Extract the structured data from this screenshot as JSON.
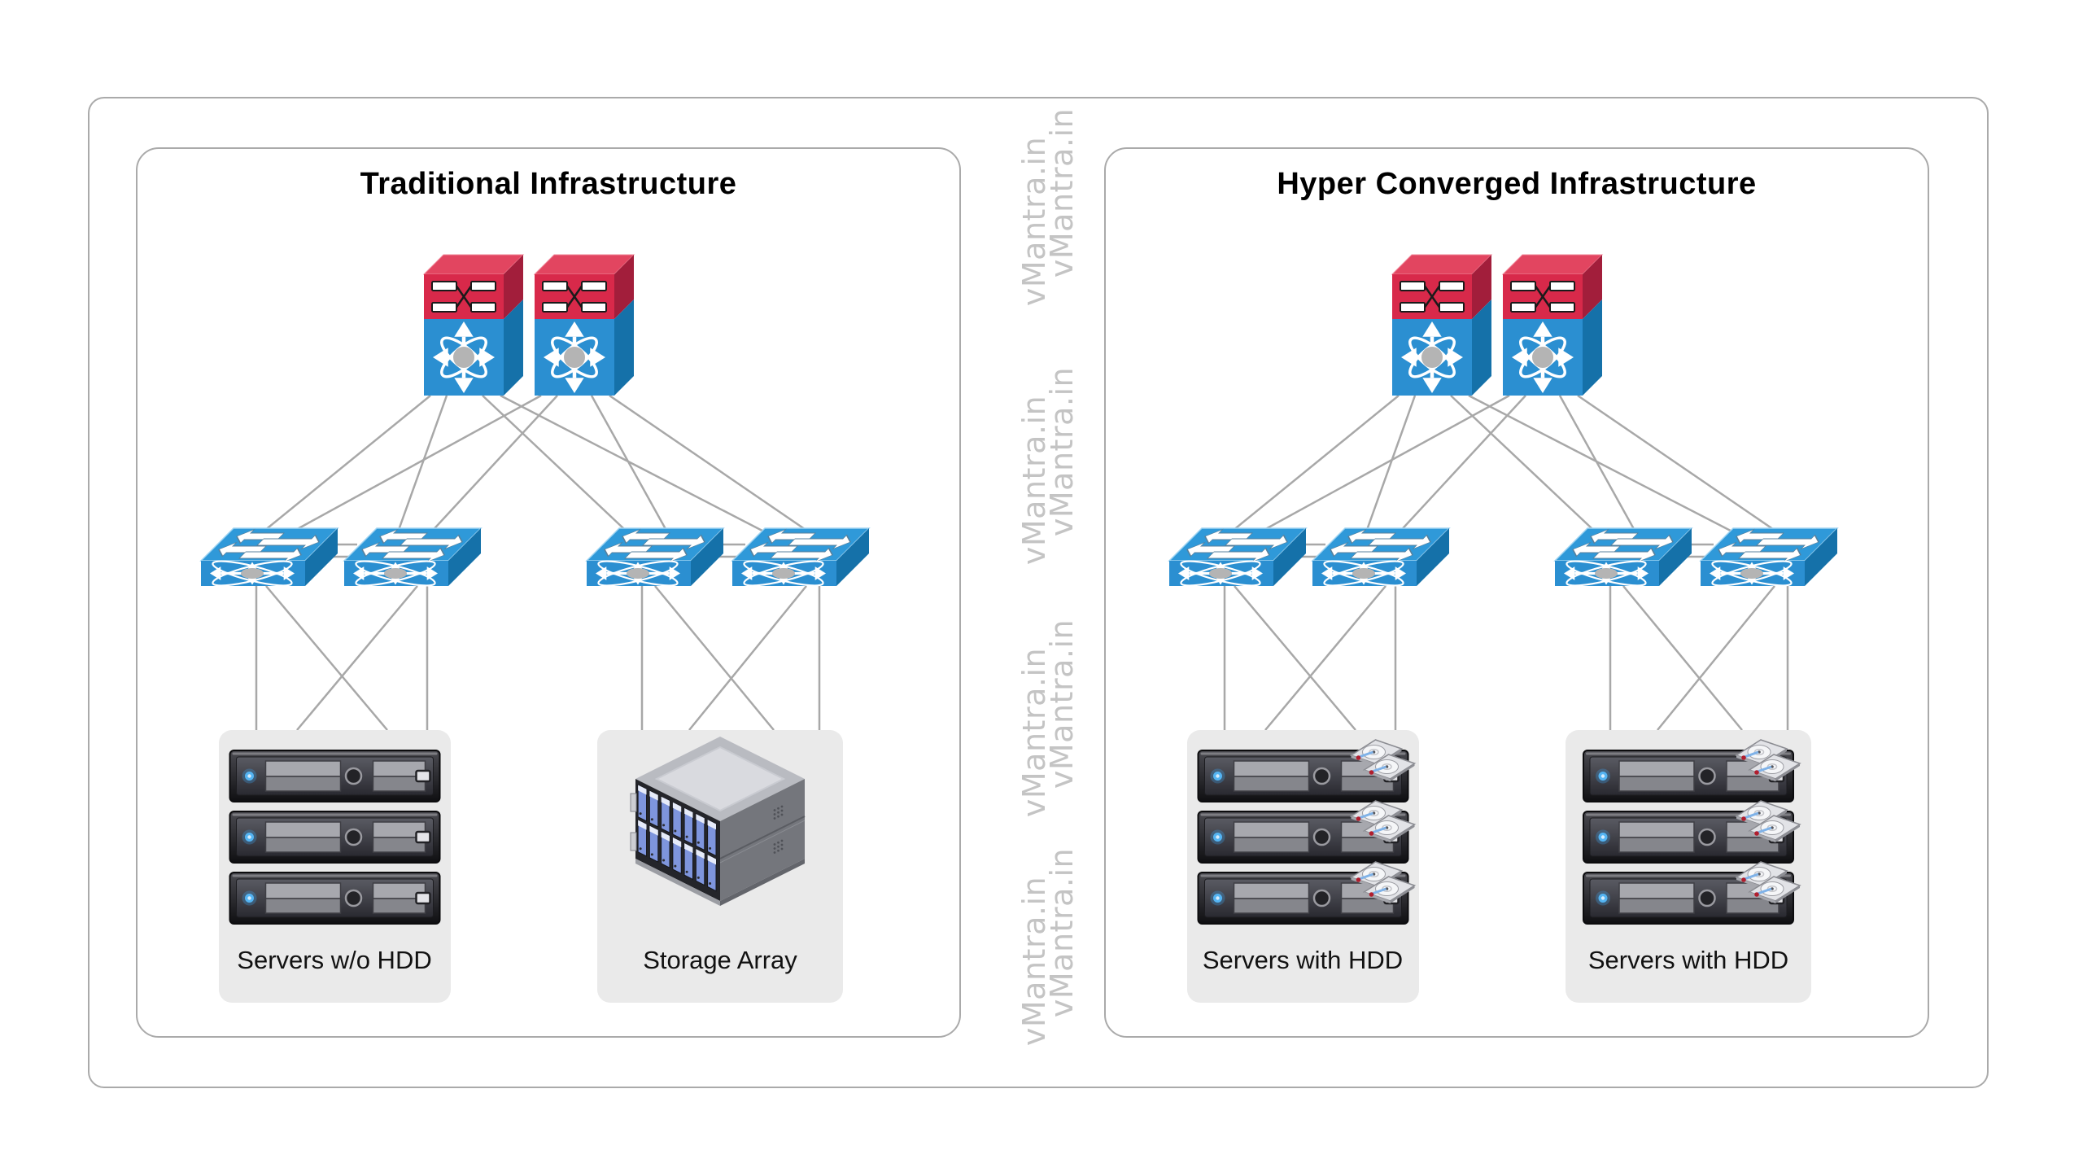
{
  "watermark": {
    "text": "vMantra.in",
    "color": "#c4c4c4"
  },
  "colors": {
    "line": "#a8a8a8",
    "frame_border": "#aaaaaa",
    "group_bg": "#eaeaea",
    "core_red": "#d8294a",
    "core_red_top": "#e24560",
    "core_red_side": "#a21e3b",
    "switch_front": "#2b8fd1",
    "switch_top": "#2f99d9",
    "switch_side": "#1571a9",
    "glyph_white": "#ffffff",
    "glyph_gray": "#b4b4b4",
    "server_led_blue": "#3fa3ec",
    "drive_blue": "#7e95dd"
  },
  "panels": [
    {
      "id": "traditional",
      "title": "Traditional Infrastructure",
      "core_switch_count": 2,
      "access_switch_count": 4,
      "groups": [
        {
          "type": "server-rack",
          "server_count": 3,
          "hdd": false,
          "label": "Servers w/o HDD"
        },
        {
          "type": "storage-array",
          "label": "Storage Array"
        }
      ]
    },
    {
      "id": "hyper-converged",
      "title": "Hyper Converged Infrastructure",
      "core_switch_count": 2,
      "access_switch_count": 4,
      "groups": [
        {
          "type": "server-rack",
          "server_count": 3,
          "hdd": true,
          "label": "Servers with HDD"
        },
        {
          "type": "server-rack",
          "server_count": 3,
          "hdd": true,
          "label": "Servers with HDD"
        }
      ]
    }
  ]
}
